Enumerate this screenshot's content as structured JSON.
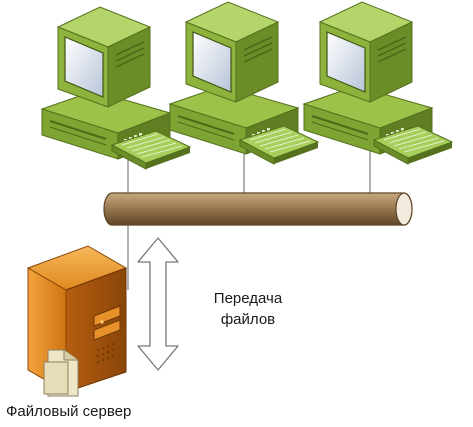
{
  "diagram": {
    "transfer_label_line1": "Передача",
    "transfer_label_line2": "файлов",
    "server_caption": "Файловый сервер"
  },
  "colors": {
    "computer_green": "#8db33c",
    "computer_green_dark": "#5f7f22",
    "bus_brown": "#9a7b52",
    "server_orange": "#e08a1e",
    "arrow_outline": "#777777"
  },
  "icons": [
    "workstation-icon",
    "file-server-icon",
    "document-icon",
    "double-arrow-icon"
  ]
}
